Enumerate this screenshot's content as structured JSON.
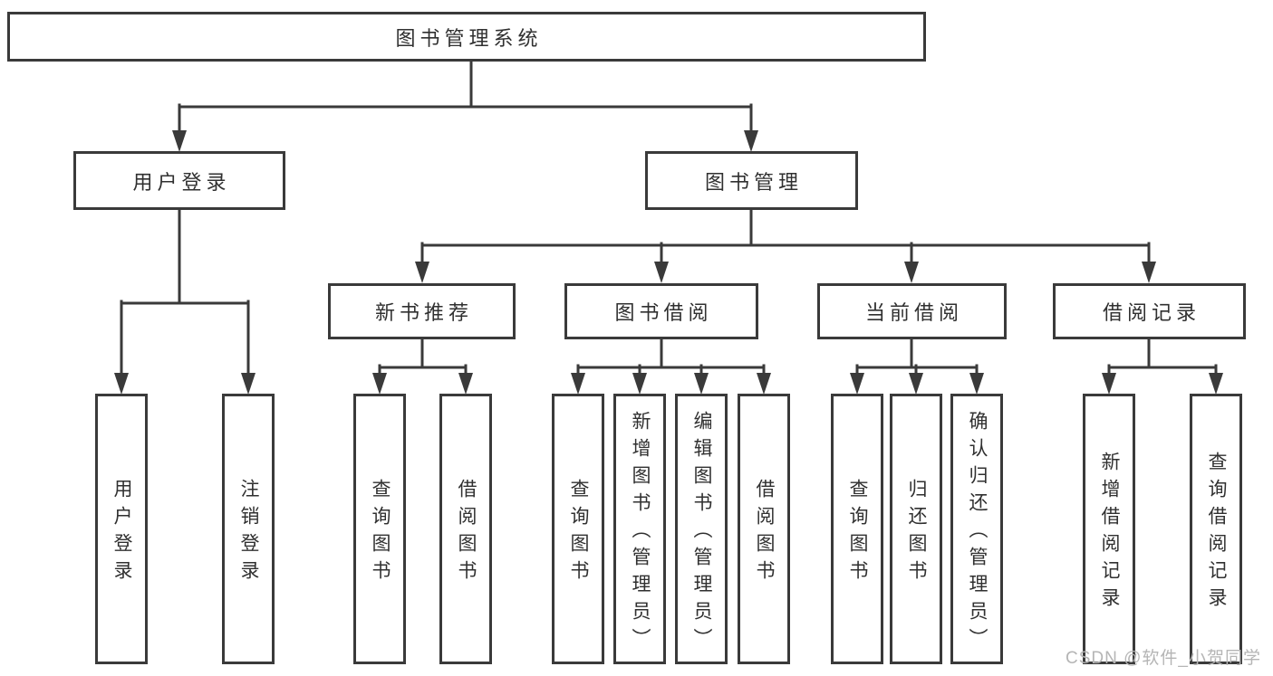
{
  "diagram": {
    "tree": {
      "label": "图书管理系统",
      "children": [
        {
          "label": "用户登录",
          "children": [
            {
              "label": "用户登录"
            },
            {
              "label": "注销登录"
            }
          ]
        },
        {
          "label": "图书管理",
          "children": [
            {
              "label": "新书推荐",
              "children": [
                {
                  "label": "查询图书"
                },
                {
                  "label": "借阅图书"
                }
              ]
            },
            {
              "label": "图书借阅",
              "children": [
                {
                  "label": "查询图书"
                },
                {
                  "label": "新增图书（管理员）"
                },
                {
                  "label": "编辑图书（管理员）"
                },
                {
                  "label": "借阅图书"
                }
              ]
            },
            {
              "label": "当前借阅",
              "children": [
                {
                  "label": "查询图书"
                },
                {
                  "label": "归还图书"
                },
                {
                  "label": "确认归还（管理员）"
                }
              ]
            },
            {
              "label": "借阅记录",
              "children": [
                {
                  "label": "新增借阅记录"
                },
                {
                  "label": "查询借阅记录"
                }
              ]
            }
          ]
        }
      ]
    }
  },
  "watermark": {
    "text": "CSDN @软件_小贺同学"
  },
  "colors": {
    "line": "#3a3a3a",
    "box_border": "#3a3a3a",
    "box_background": "#ffffff",
    "text": "#303030",
    "watermark_text": "#b5b5b5",
    "page_background": "#ffffff"
  }
}
